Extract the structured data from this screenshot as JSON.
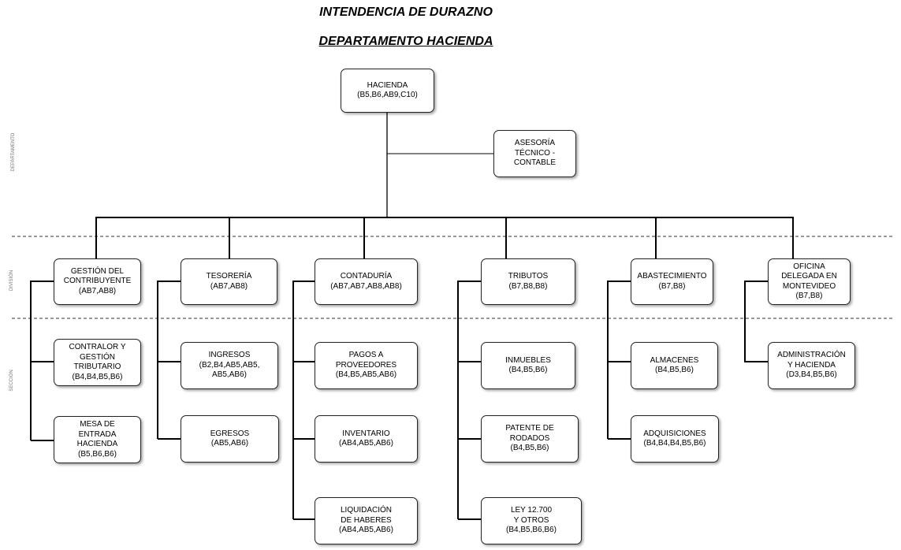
{
  "header": {
    "title": "INTENDENCIA DE DURAZNO",
    "subtitle": "DEPARTAMENTO HACIENDA"
  },
  "side_labels": {
    "departamento": "DEPARTAMENTO",
    "division": "DIVISIÓN",
    "seccion": "SECCIÓN"
  },
  "nodes": {
    "hacienda": "HACIENDA\n(B5,B6,AB9,C10)",
    "asesoria": "ASESORÍA\nTÉCNICO -\nCONTABLE",
    "gestion": "GESTIÓN DEL\nCONTRIBUYENTE\n(AB7,AB8)",
    "contralor": "CONTRALOR Y\nGESTIÓN\nTRIBUTARIO\n(B4,B4,B5,B6)",
    "mesa": "MESA DE\nENTRADA\nHACIENDA\n(B5,B6,B6)",
    "tesoreria": "TESORERÍA\n(AB7,AB8)",
    "ingresos": "INGRESOS\n(B2,B4,AB5,AB5,\nAB5,AB6)",
    "egresos": "EGRESOS\n(AB5,AB6)",
    "contaduria": "CONTADURÍA\n(AB7,AB7,AB8,AB8)",
    "pagos": "PAGOS A\nPROVEEDORES\n(B4,B5,AB5,AB6)",
    "inventario": "INVENTARIO\n(AB4,AB5,AB6)",
    "liquidacion": "LIQUIDACIÓN\nDE HABERES\n(AB4,AB5,AB6)",
    "tributos": "TRIBUTOS\n(B7,B8,B8)",
    "inmuebles": "INMUEBLES\n(B4,B5,B6)",
    "patente": "PATENTE DE\nRODADOS\n(B4,B5,B6)",
    "ley": "LEY 12.700\nY OTROS\n(B4,B5,B6,B6)",
    "abastecimiento": "ABASTECIMIENTO\n(B7,B8)",
    "almacenes": "ALMACENES\n(B4,B5,B6)",
    "adquisiciones": "ADQUISICIONES\n(B4,B4,B4,B5,B6)",
    "oficina": "OFICINA\nDELEGADA EN\nMONTEVIDEO\n(B7,B8)",
    "administracion": "ADMINISTRACIÓN\nY HACIENDA\n(D3,B4,B5,B6)"
  }
}
